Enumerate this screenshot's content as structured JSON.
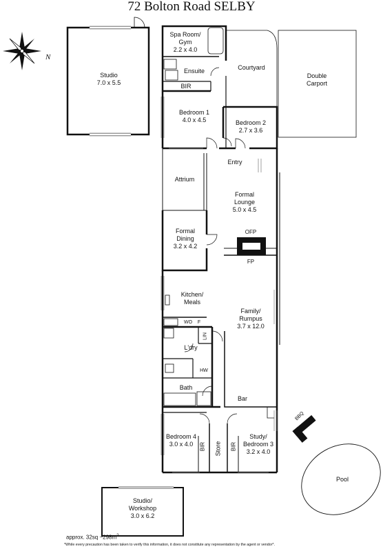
{
  "title": "72 Bolton Road SELBY",
  "compass_north": "N",
  "rooms": {
    "studio": {
      "name": "Studio",
      "size": "7.0 x 5.5"
    },
    "spa": {
      "name": "Spa Room/",
      "name2": "Gym",
      "size": "2.2 x 4.0"
    },
    "ensuite": {
      "name": "Ensuite"
    },
    "bir_top": {
      "name": "BIR"
    },
    "courtyard": {
      "name": "Courtyard"
    },
    "carport": {
      "name": "Double",
      "name2": "Carport"
    },
    "bed1": {
      "name": "Bedroom 1",
      "size": "4.0 x 4.5"
    },
    "bed2": {
      "name": "Bedroom 2",
      "size": "2.7 x 3.6"
    },
    "entry": {
      "name": "Entry"
    },
    "attrium": {
      "name": "Attrium"
    },
    "lounge": {
      "name": "Formal",
      "name2": "Lounge",
      "size": "5.0 x 4.5"
    },
    "dining": {
      "name": "Formal",
      "name2": "Dining",
      "size": "3.2 x 4.2"
    },
    "ofp": {
      "name": "OFP"
    },
    "fp": {
      "name": "FP"
    },
    "kitchen": {
      "name": "Kitchen/",
      "name2": "Meals"
    },
    "wo": {
      "name": "WO"
    },
    "f": {
      "name": "F"
    },
    "family": {
      "name": "Family/",
      "name2": "Rumpus",
      "size": "3.7 x 12.0"
    },
    "lin": {
      "name": "LIN"
    },
    "ldry": {
      "name": "L'dry"
    },
    "hw": {
      "name": "HW"
    },
    "bath": {
      "name": "Bath"
    },
    "bar": {
      "name": "Bar"
    },
    "bbq": {
      "name": "BBQ"
    },
    "bed4": {
      "name": "Bedroom 4",
      "size": "3.0 x 4.0"
    },
    "bir_b4": {
      "name": "BIR"
    },
    "store": {
      "name": "Store"
    },
    "bir_b3": {
      "name": "BIR"
    },
    "bed3": {
      "name": "Study/",
      "name2": "Bedroom 3",
      "size": "3.2 x 4.0"
    },
    "pool": {
      "name": "Pool"
    },
    "workshop": {
      "name": "Studio/",
      "name2": "Workshop",
      "size": "3.0 x 6.2"
    }
  },
  "footer": {
    "area": "approx. 32sq ~298m",
    "area_sup": "2",
    "disclaimer": "*While every precaution has been taken to verify this information, it does not constitute any representation by the agent or vendor*."
  }
}
